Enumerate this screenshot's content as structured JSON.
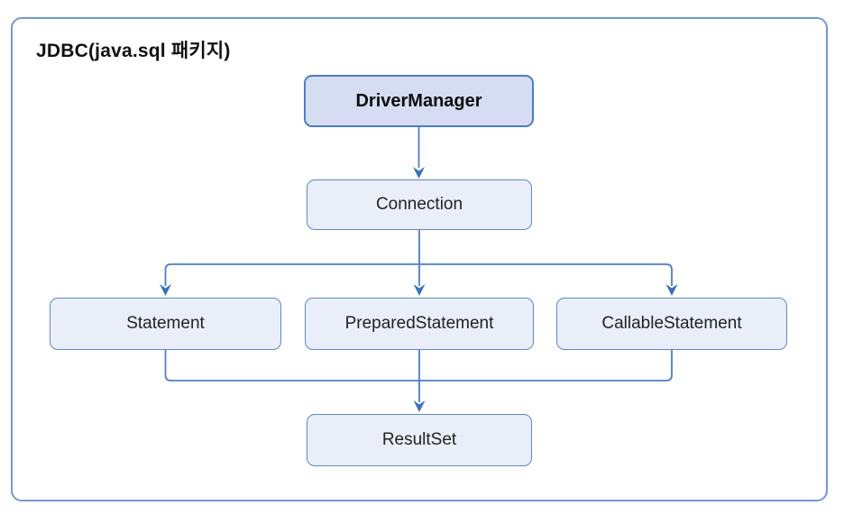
{
  "diagram": {
    "title": "JDBC(java.sql 패키지)",
    "type": "flowchart",
    "nodes": [
      {
        "id": "drivermanager",
        "label": "DriverManager",
        "style": "primary"
      },
      {
        "id": "connection",
        "label": "Connection",
        "style": "secondary"
      },
      {
        "id": "statement",
        "label": "Statement",
        "style": "secondary"
      },
      {
        "id": "preparedstatement",
        "label": "PreparedStatement",
        "style": "secondary"
      },
      {
        "id": "callablestatement",
        "label": "CallableStatement",
        "style": "secondary"
      },
      {
        "id": "resultset",
        "label": "ResultSet",
        "style": "secondary"
      }
    ],
    "edges": [
      {
        "from": "DriverManager",
        "to": "Connection"
      },
      {
        "from": "Connection",
        "to": "Statement"
      },
      {
        "from": "Connection",
        "to": "PreparedStatement"
      },
      {
        "from": "Connection",
        "to": "CallableStatement"
      },
      {
        "from": "Statement",
        "to": "ResultSet"
      },
      {
        "from": "PreparedStatement",
        "to": "ResultSet"
      },
      {
        "from": "CallableStatement",
        "to": "ResultSet"
      }
    ],
    "colors": {
      "frame_border": "#7399d2",
      "node_border": "#5d88c8",
      "node_fill": "#eaeef9",
      "primary_node_border": "#4f7dc3",
      "primary_node_fill": "#d6dcf1",
      "connector_line": "#4d7ec5",
      "arrowhead": "#3a70bf",
      "title_text": "#111111",
      "node_text": "#222222"
    }
  }
}
